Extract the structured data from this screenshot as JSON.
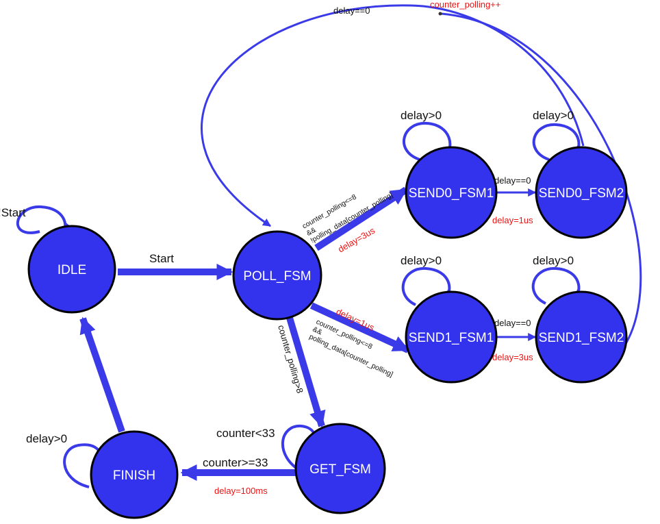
{
  "states": {
    "idle": "IDLE",
    "poll_fsm": "POLL_FSM",
    "send0_fsm1": "SEND0_FSM1",
    "send0_fsm2": "SEND0_FSM2",
    "send1_fsm1": "SEND1_FSM1",
    "send1_fsm2": "SEND1_FSM2",
    "get_fsm": "GET_FSM",
    "finish": "FINISH"
  },
  "transitions": {
    "idle_self": "!Start",
    "idle_to_poll": "Start",
    "poll_to_send0_cond1": "counter_polling<=8",
    "poll_to_send0_cond2": "&&",
    "poll_to_send0_cond3": "!polling_data[counter_polling]",
    "poll_to_send0_action": "delay=3us",
    "poll_to_send1_action": "delay=1us",
    "poll_to_send1_cond1": "counter_polling<=8",
    "poll_to_send1_cond2": "&&",
    "poll_to_send1_cond3": "polling_data[counter_polling]",
    "poll_to_get": "counter_polling>8",
    "send0_1_self": "delay>0",
    "send0_2_self": "delay>0",
    "send1_1_self": "delay>0",
    "send1_2_self": "delay>0",
    "send0_1_to_2_cond": "delay==0",
    "send0_1_to_2_action": "delay=1us",
    "send1_1_to_2_cond": "delay==0",
    "send1_1_to_2_action": "delay=3us",
    "return_cond": "delay==0",
    "return_action": "counter_polling++",
    "get_self": "counter<33",
    "get_to_finish_cond": "counter>=33",
    "get_to_finish_action": "delay=100ms",
    "finish_self": "delay>0"
  },
  "colors": {
    "state_fill": "#3333ee",
    "arrow": "#3a3ae8",
    "action_text": "#ee1111"
  }
}
